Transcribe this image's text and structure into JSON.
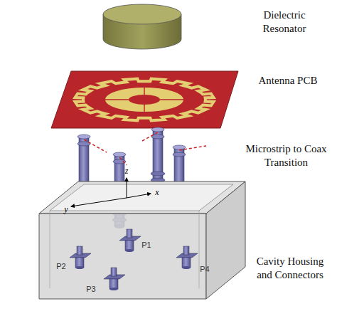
{
  "diagram": {
    "labels": [
      "Dielectric Resonator",
      "Antenna PCB",
      "Microstrip to Coax Transition",
      "Cavity Housing and Connectors",
      "z",
      "x",
      "y",
      "P1",
      "P2",
      "P3",
      "P4"
    ]
  }
}
